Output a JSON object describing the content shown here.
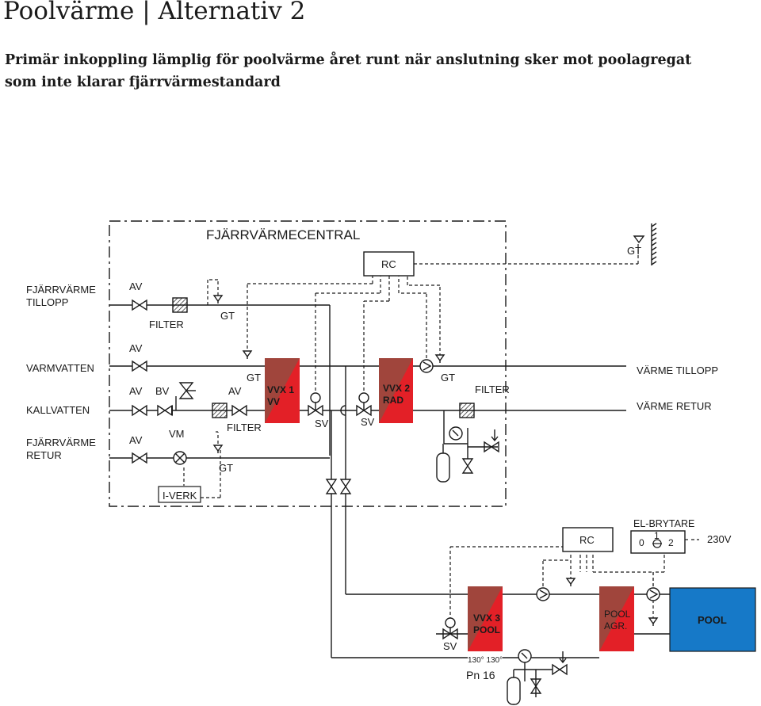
{
  "header": {
    "title": "Poolvärme | Alternativ 2",
    "subtitle": "Primär inkoppling lämplig för poolvärme året runt när anslutning sker mot poolagregat som inte klarar fjärrvärmestandard"
  },
  "diagram": {
    "central_label": "FJÄRRVÄRMECENTRAL",
    "labels": {
      "fjv_tillopp_1": "FJÄRRVÄRME",
      "fjv_tillopp_2": "TILLOPP",
      "varmvatten": "VARMVATTEN",
      "kallvatten": "KALLVATTEN",
      "fjv_retur_1": "FJÄRRVÄRME",
      "fjv_retur_2": "RETUR",
      "varme_tillopp": "VÄRME TILLOPP",
      "varme_retur": "VÄRME RETUR",
      "av": "AV",
      "bv": "BV",
      "vm": "VM",
      "gt": "GT",
      "sv": "SV",
      "filter": "FILTER",
      "rc": "RC",
      "i_verk": "I-VERK",
      "el_brytare": "EL-BRYTARE",
      "pos_0": "0",
      "pos_1": "1",
      "pos_2": "2",
      "voltage": "230V",
      "pn": "Pn 16",
      "gauge_marks": "130° 130°"
    },
    "exchangers": {
      "vvx1_1": "VVX 1",
      "vvx1_2": "VV",
      "vvx2_1": "VVX 2",
      "vvx2_2": "RAD",
      "vvx3_1": "VVX 3",
      "vvx3_2": "POOL",
      "poolagr_1": "POOL",
      "poolagr_2": "AGR."
    },
    "pool_label": "POOL",
    "colors": {
      "exchanger_red": "#e32027",
      "exchanger_brown": "#a0453c",
      "pool_blue": "#1679c8",
      "line": "#1a1a1a"
    }
  }
}
